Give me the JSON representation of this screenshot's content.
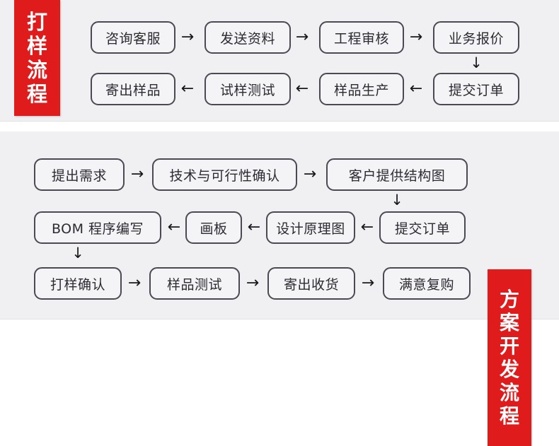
{
  "meta": {
    "colors": {
      "banner_red": "#e01b1b",
      "panel_background": "#f0f0f2",
      "box_border": "#4a4a52",
      "box_fill": "#f4f4f6",
      "text": "#2b2b31"
    }
  },
  "sections": [
    {
      "id": "sampling-process",
      "banner_label": "打样流程",
      "banner_chars": [
        "打",
        "样",
        "流",
        "程"
      ],
      "rows": [
        {
          "id": "row-1",
          "direction": "left-to-right",
          "steps": [
            "咨询客服",
            "发送资料",
            "工程审核",
            "业务报价"
          ],
          "separators": [
            "→",
            "→",
            "→"
          ]
        },
        {
          "id": "row-2",
          "direction": "right-to-left",
          "steps": [
            "寄出样品",
            "试样测试",
            "样品生产",
            "提交订单"
          ],
          "separators": [
            "←",
            "←",
            "←"
          ]
        }
      ],
      "connectors": [
        {
          "id": "quote-to-order",
          "glyph": "↓",
          "from": "业务报价",
          "to": "提交订单"
        }
      ]
    },
    {
      "id": "solution-development-process",
      "banner_label": "方案开发流程",
      "banner_chars": [
        "方",
        "案",
        "开",
        "发",
        "流",
        "程"
      ],
      "rows": [
        {
          "id": "row-1",
          "direction": "left-to-right",
          "steps": [
            "提出需求",
            "技术与可行性确认",
            "客户提供结构图"
          ],
          "separators": [
            "→",
            "→"
          ]
        },
        {
          "id": "row-2",
          "direction": "right-to-left",
          "steps": [
            "BOM 程序编写",
            "画板",
            "设计原理图",
            "提交订单"
          ],
          "separators": [
            "←",
            "←",
            "←"
          ]
        },
        {
          "id": "row-3",
          "direction": "left-to-right",
          "steps": [
            "打样确认",
            "样品测试",
            "寄出收货",
            "满意复购"
          ],
          "separators": [
            "→",
            "→",
            "→"
          ]
        }
      ],
      "connectors": [
        {
          "id": "structure-to-order",
          "glyph": "↓",
          "from": "客户提供结构图",
          "to": "提交订单"
        },
        {
          "id": "bom-to-confirm",
          "glyph": "↓",
          "from": "BOM 程序编写",
          "to": "打样确认"
        }
      ]
    }
  ]
}
